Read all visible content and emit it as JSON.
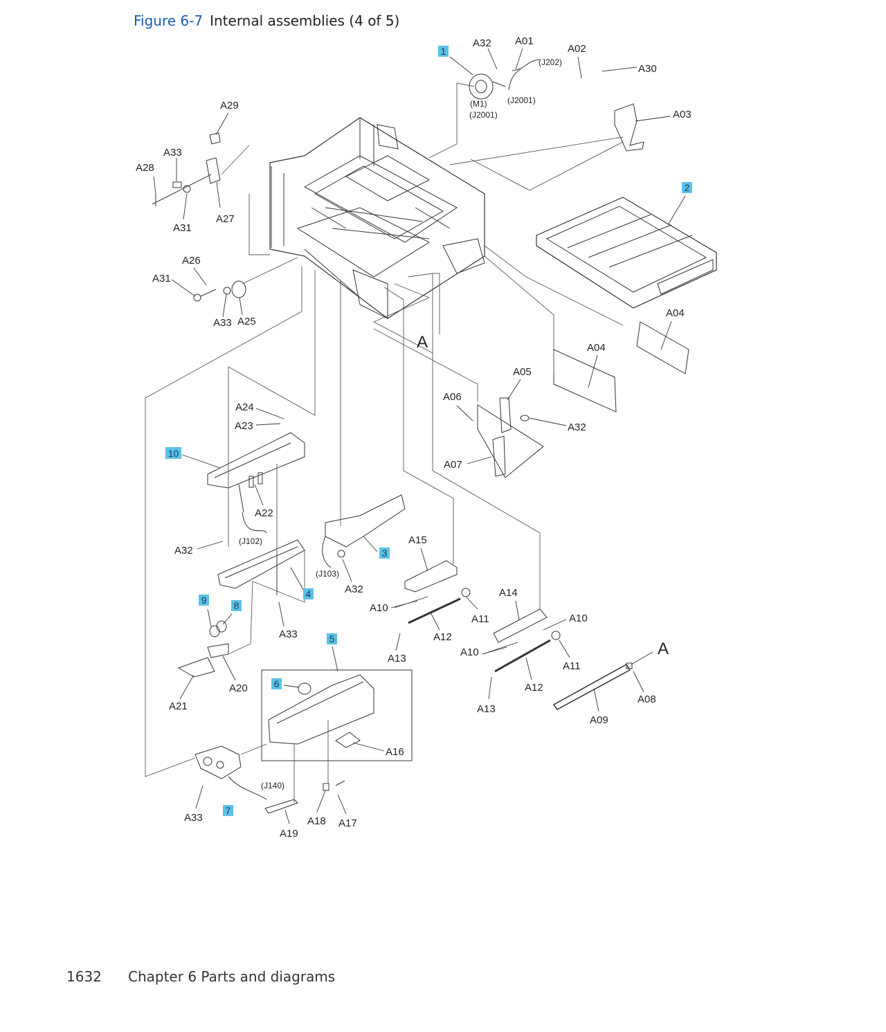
{
  "figure": {
    "number": "Figure 6-7",
    "caption": "Internal assemblies (4 of 5)"
  },
  "callouts": [
    "1",
    "2",
    "3",
    "4",
    "5",
    "6",
    "7",
    "8",
    "9",
    "10"
  ],
  "part_labels": {
    "A01": "A01",
    "A02": "A02",
    "A03": "A03",
    "A04": "A04",
    "A05": "A05",
    "A06": "A06",
    "A07": "A07",
    "A08": "A08",
    "A09": "A09",
    "A10": "A10",
    "A11": "A11",
    "A12": "A12",
    "A13": "A13",
    "A14": "A14",
    "A15": "A15",
    "A16": "A16",
    "A17": "A17",
    "A18": "A18",
    "A19": "A19",
    "A20": "A20",
    "A21": "A21",
    "A22": "A22",
    "A23": "A23",
    "A24": "A24",
    "A25": "A25",
    "A26": "A26",
    "A27": "A27",
    "A28": "A28",
    "A29": "A29",
    "A30": "A30",
    "A31": "A31",
    "A32": "A32",
    "A33": "A33"
  },
  "connectors": {
    "j202": "(J202)",
    "j2001": "(J2001)",
    "m1": "(M1)",
    "j102": "(J102)",
    "j103": "(J103)",
    "j140": "(J140)"
  },
  "ref_marker": "A",
  "footer": {
    "page_number": "1632",
    "chapter": "Chapter 6  Parts and diagrams"
  },
  "colors": {
    "callout_fill": "#5bc2e7",
    "title_blue": "#1a5cb0"
  }
}
